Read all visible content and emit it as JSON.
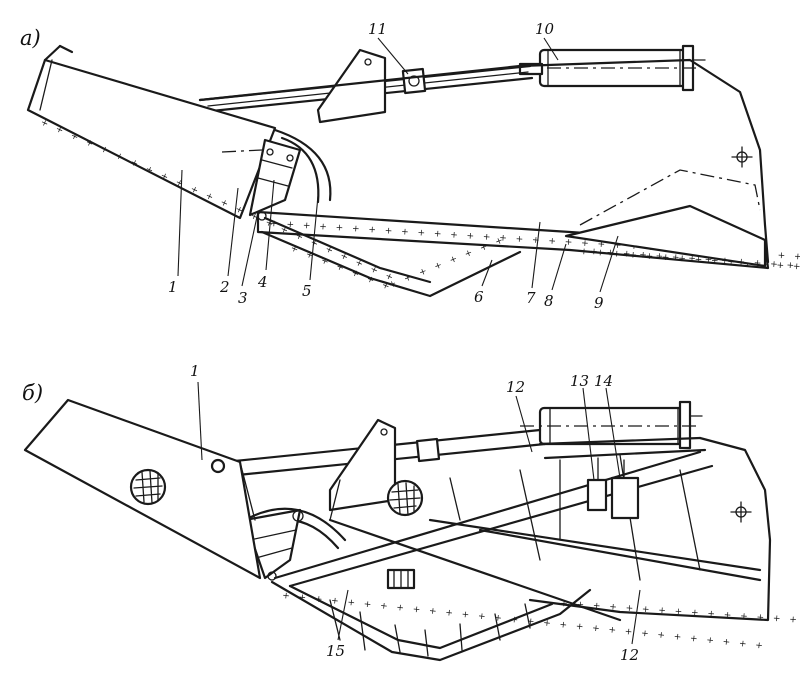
{
  "view_a": {
    "panel_label": "а)"
  },
  "view_b": {
    "panel_label": "б)"
  },
  "callouts_a": [
    "11",
    "10",
    "1",
    "2",
    "3",
    "4",
    "5",
    "6",
    "7",
    "8",
    "9"
  ],
  "callouts_b": [
    "1",
    "12",
    "13",
    "14",
    "15",
    "12"
  ],
  "ink_color": "#1a1a1a"
}
